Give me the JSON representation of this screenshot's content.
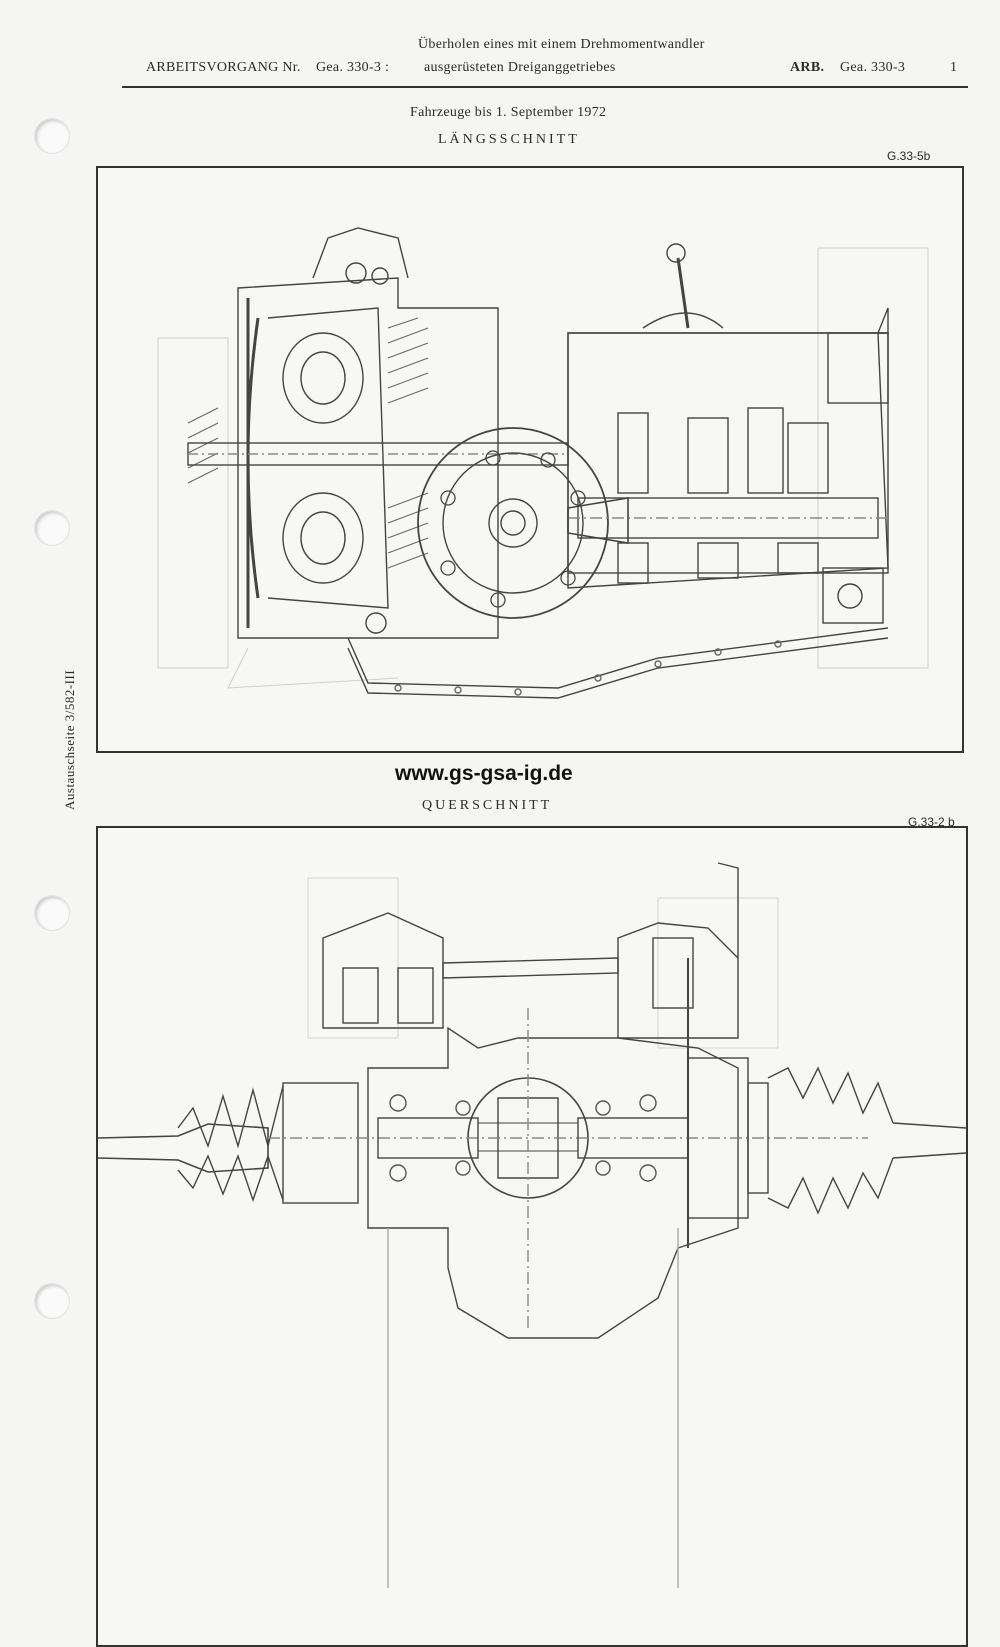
{
  "header": {
    "left_label": "ARBEITSVORGANG Nr.",
    "left_code": "Gea. 330-3 :",
    "title_line1": "Überholen eines mit einem Drehmomentwandler",
    "title_line2": "ausgerüsteten Dreiganggetriebes",
    "right_label": "ARB.",
    "right_code": "Gea. 330-3",
    "page_number": "1"
  },
  "subtitle": "Fahrzeuge bis 1. September 1972",
  "section1": {
    "title": "LÄNGSSCHNITT",
    "ref": "G.33-5b"
  },
  "website": "www.gs-gsa-ig.de",
  "section2": {
    "title": "QUERSCHNITT",
    "ref": "G.33-2 b"
  },
  "side_note": "Austauschseite 3/582-III"
}
